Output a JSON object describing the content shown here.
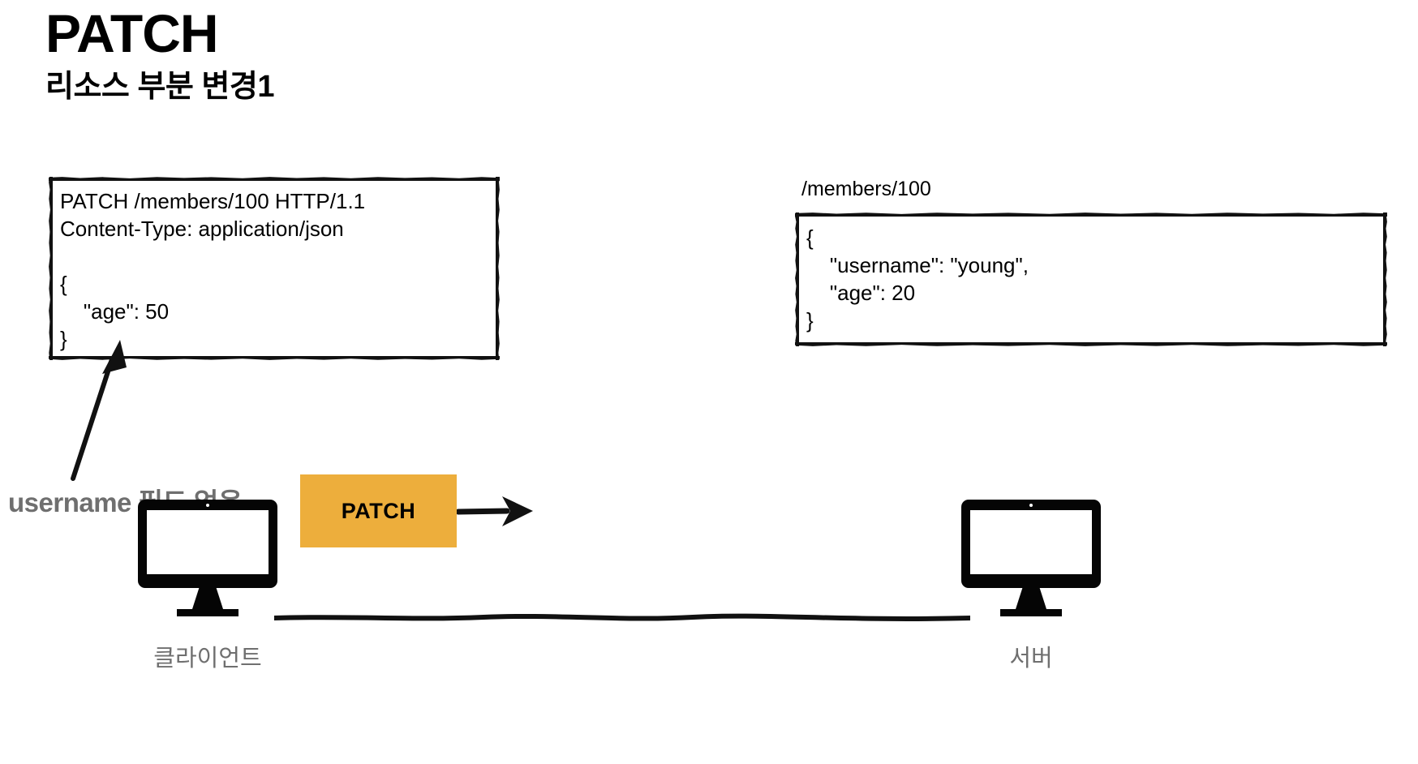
{
  "heading": {
    "title": "PATCH",
    "subtitle": "리소스 부분 변경1"
  },
  "request_box": {
    "name": "http-request-message",
    "text": "PATCH /members/100 HTTP/1.1\nContent-Type: application/json\n\n{\n    \"age\": 50\n}"
  },
  "annotation": {
    "text": "username 필드 없음",
    "color": "#6f6f6f",
    "points_to": "request-box-bottom"
  },
  "resource": {
    "path_label": "/members/100",
    "text": "{\n    \"username\": \"young\",\n    \"age\": 20\n}"
  },
  "flow": {
    "method_chip_label": "PATCH",
    "chip_color": "#edae3c",
    "direction": "client-to-server"
  },
  "nodes": {
    "client_label": "클라이언트",
    "server_label": "서버"
  },
  "icons": {
    "client": "monitor-icon",
    "server": "monitor-icon",
    "request_arrow": "arrow-right-icon",
    "annotation_arrow": "arrow-up-right-icon"
  },
  "colors": {
    "ink": "#111111",
    "accent_orange": "#edae3c",
    "muted_gray": "#6f6f6f",
    "background": "#ffffff"
  }
}
